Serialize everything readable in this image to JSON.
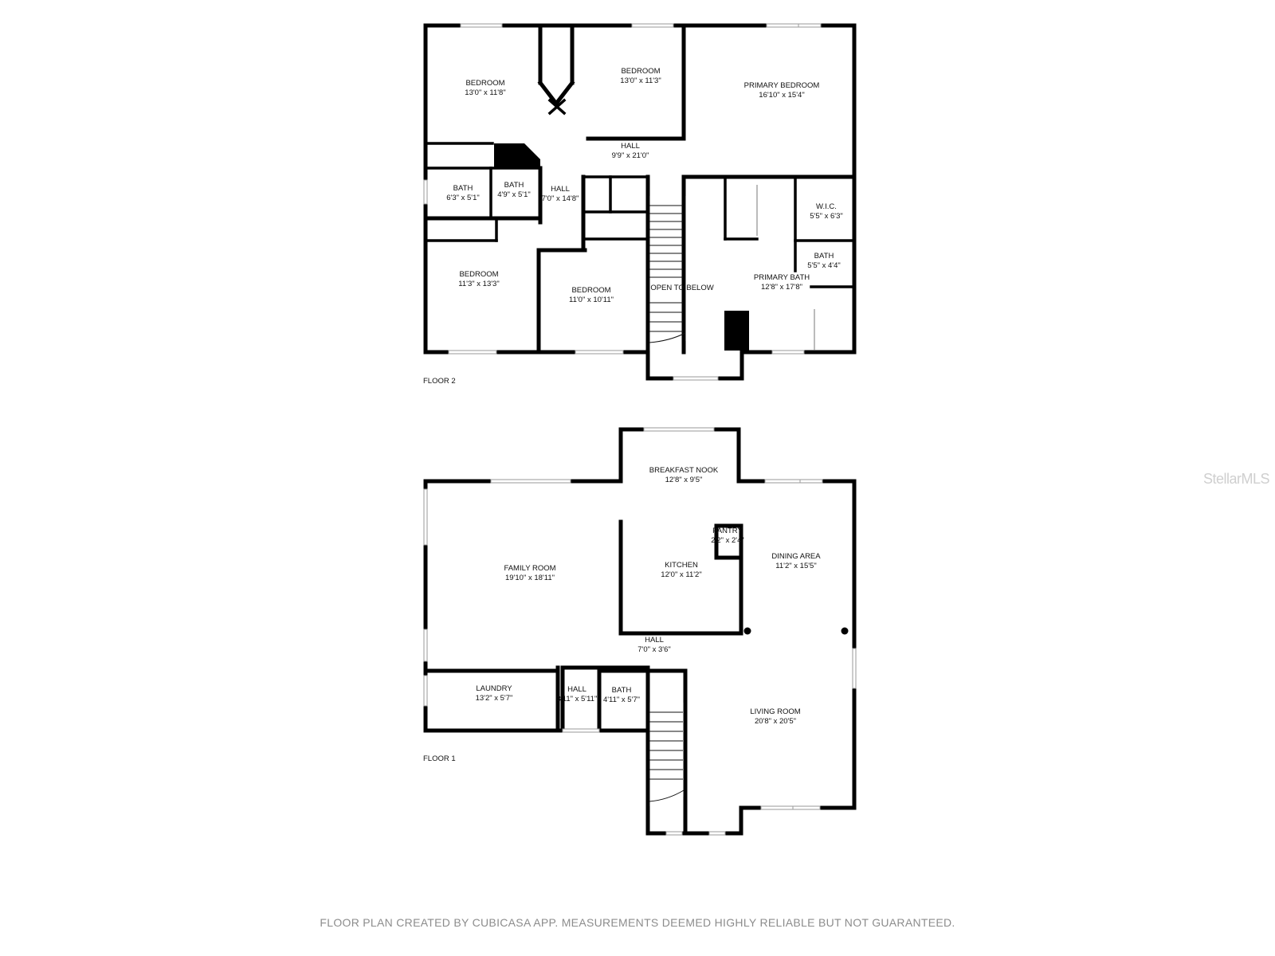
{
  "floors": [
    {
      "title": "FLOOR 2",
      "rooms": [
        {
          "name": "BEDROOM",
          "size": "13'0\" x 11'8\""
        },
        {
          "name": "BEDROOM",
          "size": "13'0\" x 11'3\""
        },
        {
          "name": "PRIMARY BEDROOM",
          "size": "16'10\" x 15'4\""
        },
        {
          "name": "HALL",
          "size": "9'9\" x 21'0\""
        },
        {
          "name": "BATH",
          "size": "6'3\" x 5'1\""
        },
        {
          "name": "BATH",
          "size": "4'9\" x 5'1\""
        },
        {
          "name": "HALL",
          "size": "7'0\" x 14'8\""
        },
        {
          "name": "W.I.C.",
          "size": "5'5\" x 6'3\""
        },
        {
          "name": "BATH",
          "size": "5'5\" x 4'4\""
        },
        {
          "name": "PRIMARY BATH",
          "size": "12'8\" x 17'8\""
        },
        {
          "name": "OPEN TO BELOW",
          "size": ""
        },
        {
          "name": "BEDROOM",
          "size": "11'3\" x 13'3\""
        },
        {
          "name": "BEDROOM",
          "size": "11'0\" x 10'11\""
        }
      ]
    },
    {
      "title": "FLOOR 1",
      "rooms": [
        {
          "name": "BREAKFAST NOOK",
          "size": "12'8\" x 9'5\""
        },
        {
          "name": "PANTRY",
          "size": "2'2\" x 2'4\""
        },
        {
          "name": "FAMILY ROOM",
          "size": "19'10\" x 18'11\""
        },
        {
          "name": "KITCHEN",
          "size": "12'0\" x 11'2\""
        },
        {
          "name": "DINING AREA",
          "size": "11'2\" x 15'5\""
        },
        {
          "name": "HALL",
          "size": "7'0\" x 3'6\""
        },
        {
          "name": "LAUNDRY",
          "size": "13'2\" x 5'7\""
        },
        {
          "name": "HALL",
          "size": "3'11\" x 5'11\""
        },
        {
          "name": "BATH",
          "size": "4'11\" x 5'7\""
        },
        {
          "name": "LIVING ROOM",
          "size": "20'8\" x 20'5\""
        }
      ]
    }
  ],
  "watermark": "StellarMLS",
  "footer": "FLOOR PLAN CREATED BY CUBICASA APP. MEASUREMENTS DEEMED HIGHLY RELIABLE BUT NOT GUARANTEED."
}
